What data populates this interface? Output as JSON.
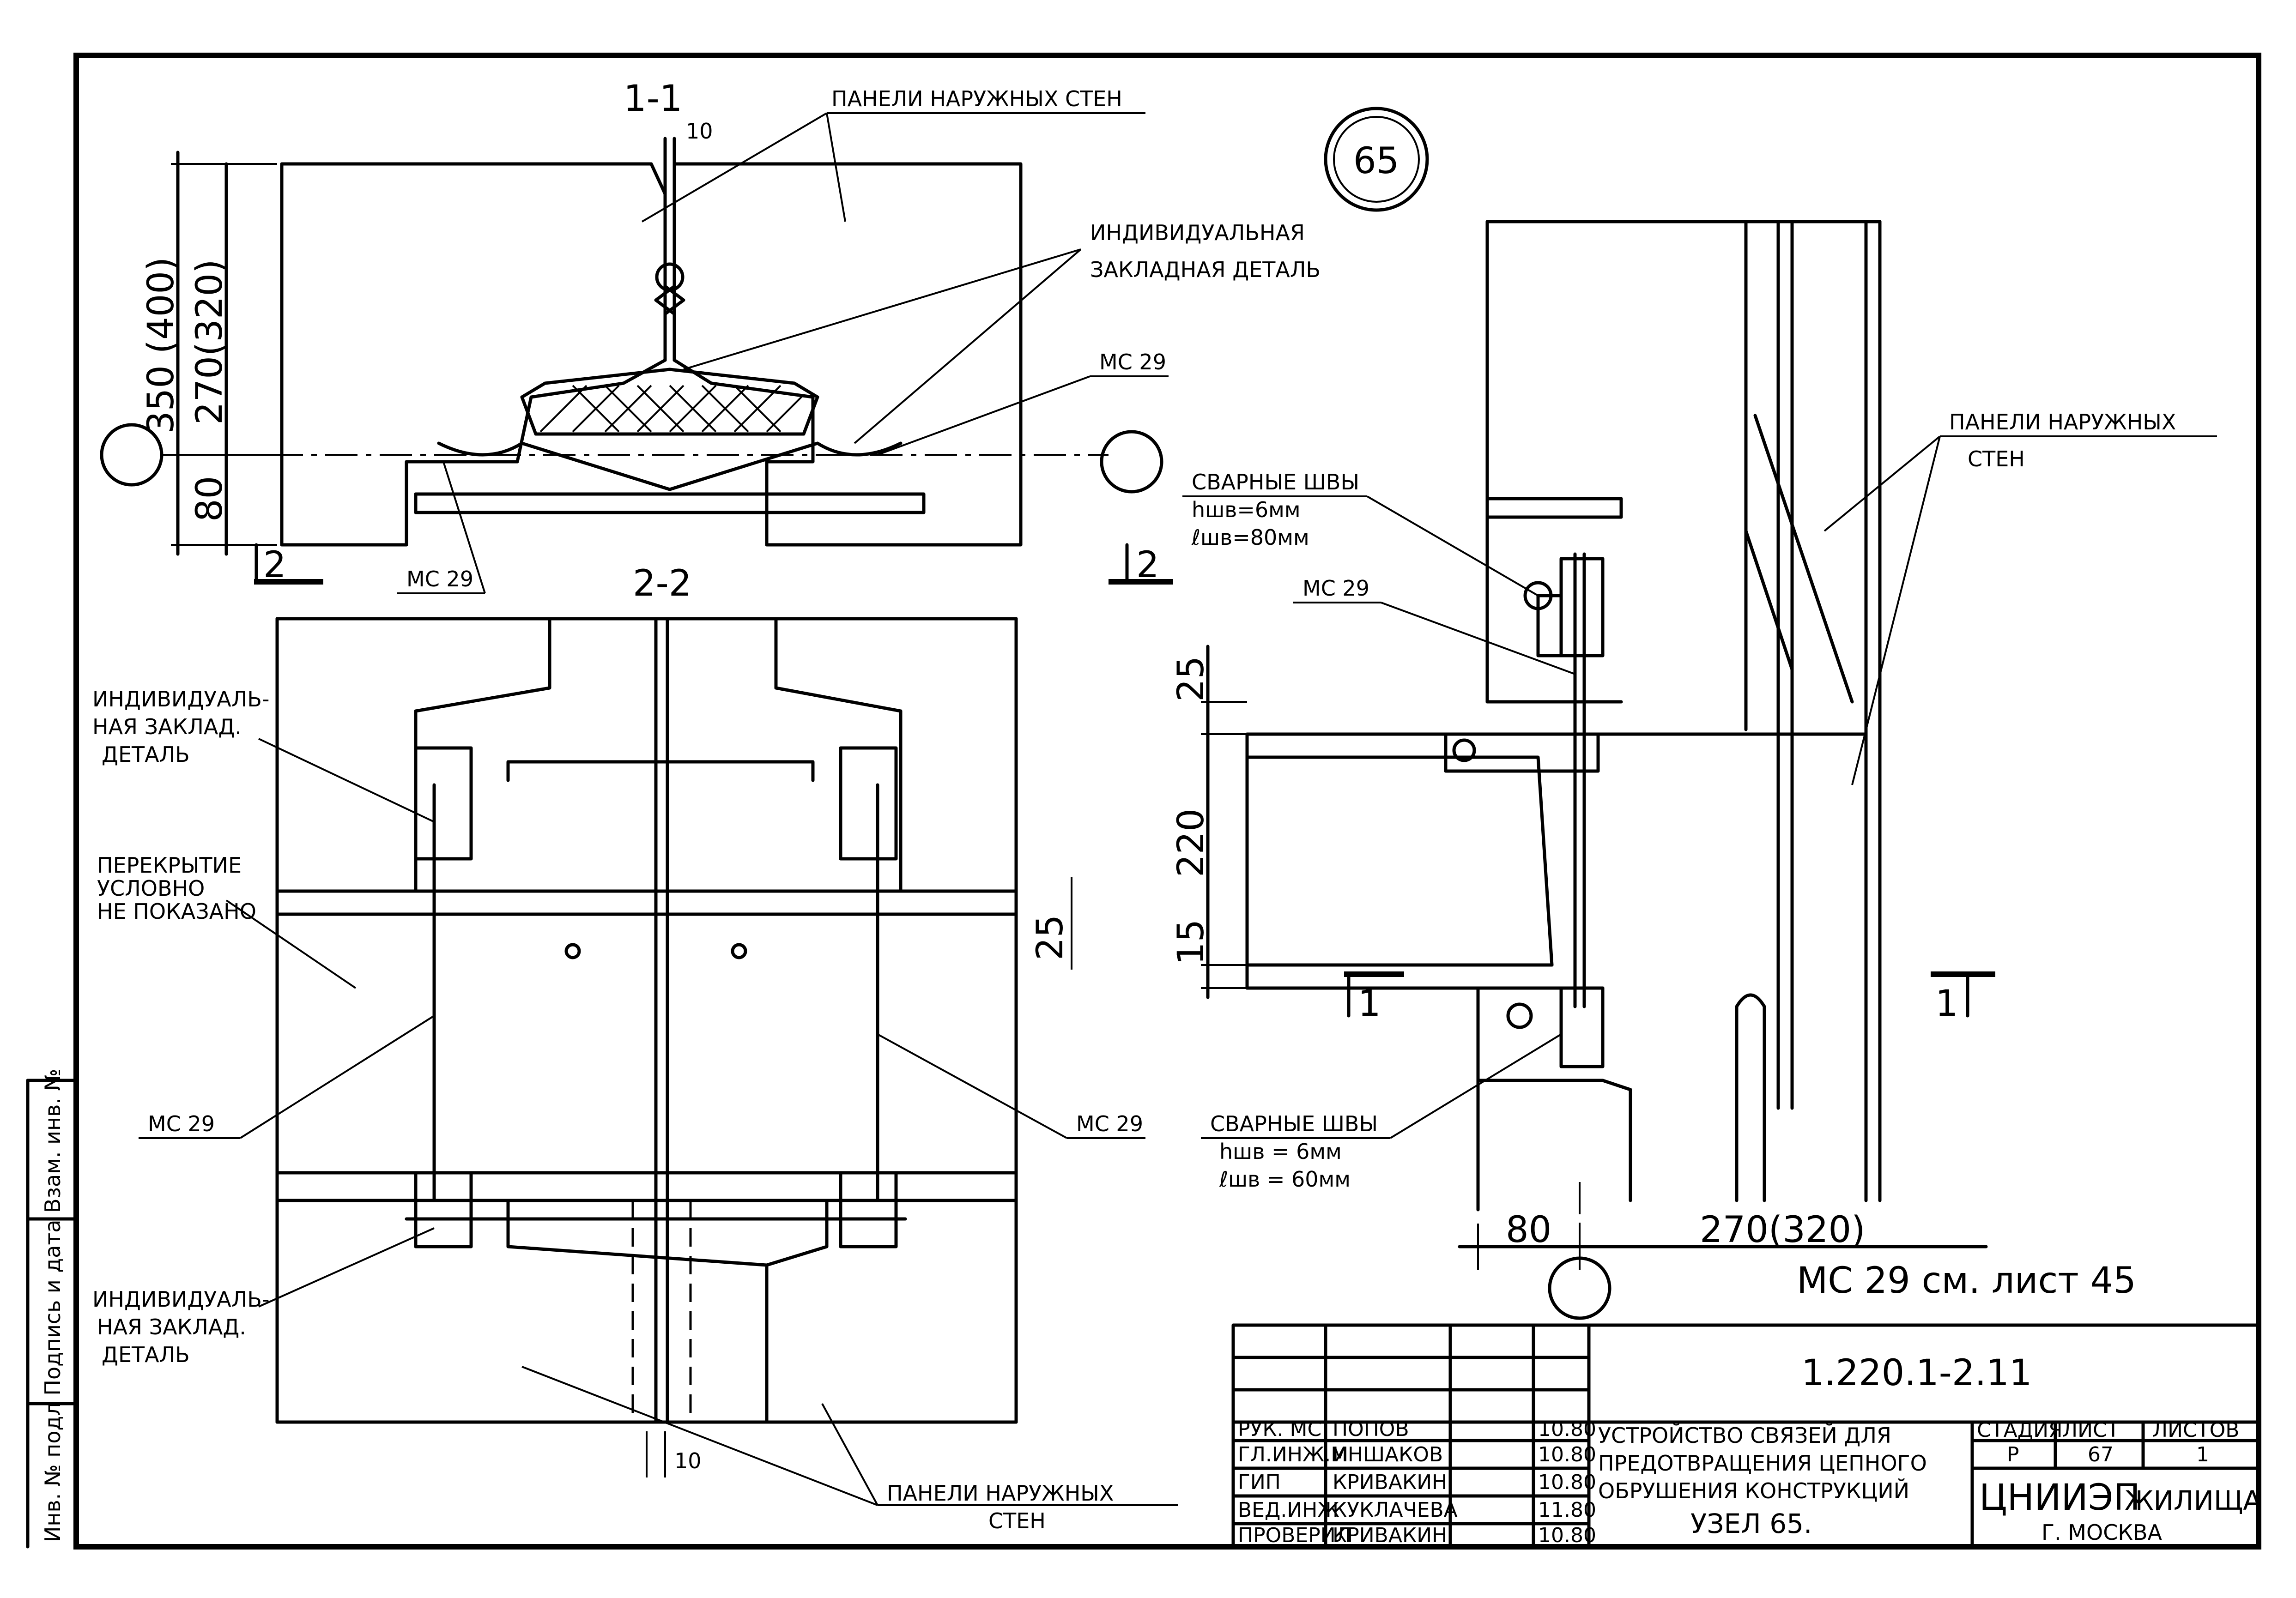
{
  "sections": {
    "s11_title": "1-1",
    "s22_title": "2-2",
    "node_number": "65",
    "cut_marker_2": "2",
    "cut_marker_1": "1"
  },
  "labels": {
    "panels_outer_walls_top": "ПАНЕЛИ НАРУЖНЫХ СТЕН",
    "individual_embedded_1": "ИНДИВИДУАЛЬНАЯ",
    "individual_embedded_2": "ЗАКЛАДНАЯ ДЕТАЛЬ",
    "mc29": "МС 29",
    "indiv_left_1": "ИНДИВИДУАЛЬ-",
    "indiv_left_2": "НАЯ ЗАКЛАД.",
    "indiv_left_3": "ДЕТАЛЬ",
    "slab_1": "ПЕРЕКРЫТИЕ",
    "slab_2": "УСЛОВНО",
    "slab_3": "НЕ ПОКАЗАНО",
    "indiv_bottom_1": "ИНДИВИДУАЛЬ-",
    "indiv_bottom_2": "НАЯ ЗАКЛАД.",
    "indiv_bottom_3": "ДЕТАЛЬ",
    "panels_bottom_1": "ПАНЕЛИ НАРУЖНЫХ",
    "panels_bottom_2": "СТЕН",
    "panels_right_1": "ПАНЕЛИ НАРУЖНЫХ",
    "panels_right_2": "СТЕН",
    "weld_top_1": "СВАРНЫЕ ШВЫ",
    "weld_top_2": "hшв=6мм",
    "weld_top_3": "ℓшв=80мм",
    "weld_bot_1": "СВАРНЫЕ ШВЫ",
    "weld_bot_2": "hшв = 6мм",
    "weld_bot_3": "ℓшв = 60мм",
    "mc29_ref": "МС 29 см. лист 45"
  },
  "dimensions": {
    "d10_top": "10",
    "d350": "350 (400)",
    "d270v": "270(320)",
    "d80v": "80",
    "d25a": "25",
    "d220": "220",
    "d15": "15",
    "d25b": "25",
    "d10_bot": "10",
    "d80h": "80",
    "d270h": "270(320)"
  },
  "title_block": {
    "code": "1.220.1-2.11",
    "rows": [
      {
        "role": "РУК. МС",
        "name": "ПОПОВ",
        "date": "10.80"
      },
      {
        "role": "ГЛ.ИНЖ.М",
        "name": "ИНШАКОВ",
        "date": "10.80"
      },
      {
        "role": "ГИП",
        "name": "КРИВАКИН",
        "date": "10.80"
      },
      {
        "role": "ВЕД.ИНЖ",
        "name": "КУКЛАЧЕВА",
        "date": "11.80"
      },
      {
        "role": "ПРОВЕРИЛ",
        "name": "КРИВАКИН",
        "date": "10.80"
      }
    ],
    "desc_1": "УСТРОЙСТВО СВЯЗЕЙ ДЛЯ",
    "desc_2": "ПРЕДОТВРАЩЕНИЯ ЦЕПНОГО",
    "desc_3": "ОБРУШЕНИЯ КОНСТРУКЦИЙ",
    "desc_4": "УЗЕЛ 65.",
    "stage_h": "СТАДИЯ",
    "sheet_h": "ЛИСТ",
    "sheets_h": "ЛИСТОВ",
    "stage_v": "Р",
    "sheet_v": "67",
    "sheets_v": "1",
    "org_1": "ЦНИИЭП",
    "org_2": "ЖИЛИЩА",
    "city": "Г. МОСКВА"
  },
  "margin_stamp": "Инв. № подл   Подпись и дата   Взам. инв. №"
}
